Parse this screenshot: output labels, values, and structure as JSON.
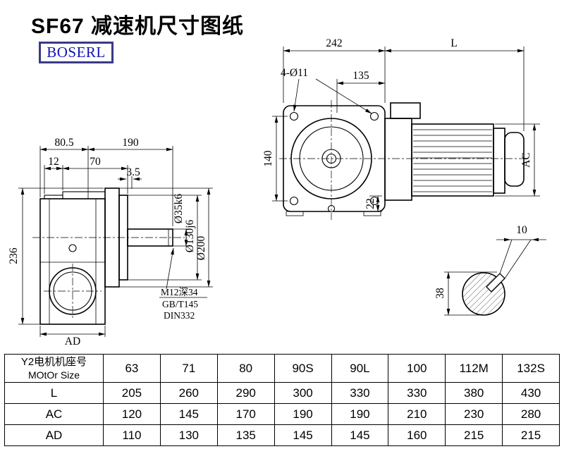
{
  "page": {
    "title": "SF67 减速机尺寸图纸",
    "logo_text": "BOSERL"
  },
  "front_view": {
    "dim_gearcase_width": "242",
    "dim_motor_length": "L",
    "note_mounting_holes": "4-Ø11",
    "dim_hole_span": "135",
    "dim_hole_height": "140",
    "dim_foot": "22",
    "dim_motor_diameter": "AC"
  },
  "side_view": {
    "dim_total_80_5": "80.5",
    "dim_total_190": "190",
    "dim_step_12": "12",
    "dim_step_70": "70",
    "dim_step_3_5": "3.5",
    "dim_height_236": "236",
    "dim_width_ad": "AD",
    "dim_shaft_dia": "Ø35k6",
    "dim_spigot_dia": "Ø130j6",
    "dim_flange_dia": "Ø200",
    "note_tapped_hole": "M12深34",
    "note_standard_1": "GB/T145",
    "note_standard_2": "DIN332"
  },
  "shaft_view": {
    "dim_key_width": "10",
    "dim_key_height": "38"
  },
  "table": {
    "header_label_line1": "Y2电机机座号",
    "header_label_line2": "MOtOr Size",
    "motor_sizes": [
      "63",
      "71",
      "80",
      "90S",
      "90L",
      "100",
      "112M",
      "132S"
    ],
    "rows": [
      {
        "label": "L",
        "values": [
          "205",
          "260",
          "290",
          "300",
          "330",
          "330",
          "380",
          "430"
        ]
      },
      {
        "label": "AC",
        "values": [
          "120",
          "145",
          "170",
          "190",
          "190",
          "210",
          "230",
          "280"
        ]
      },
      {
        "label": "AD",
        "values": [
          "110",
          "130",
          "135",
          "145",
          "145",
          "160",
          "215",
          "215"
        ]
      }
    ]
  }
}
